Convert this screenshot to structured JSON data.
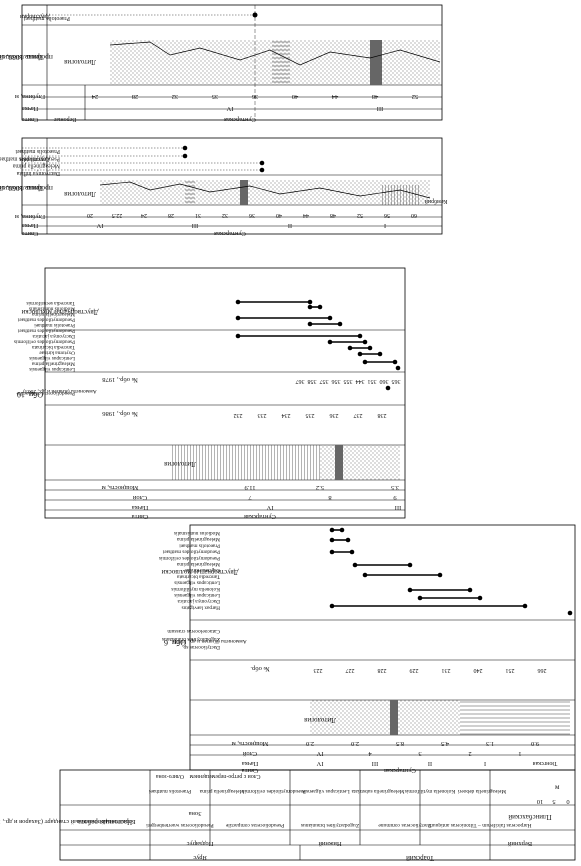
{
  "col1080": {
    "title1": "Тенкелякский участок",
    "title2": "профиль 1080, скв. 350",
    "litho_label": "Литология",
    "depth_label": "Глубина, м",
    "pachka_label": "Пачка",
    "svita_label": "Свита",
    "bivalve_label": "Двустворки",
    "species": [
      "Praeotolis matthaei"
    ],
    "depths": [
      "24",
      "28",
      "32",
      "35",
      "36",
      "40",
      "44",
      "48",
      "52"
    ],
    "pachki": [
      "IV",
      "III"
    ],
    "svita_short": "Вероные",
    "svita": "Сунтарская"
  },
  "col1060": {
    "title1": "Тенкелякский участок",
    "title2": "профиль 1060, скв. 350",
    "litho_label": "Литология",
    "depth_label": "Глубина, м",
    "pachka_label": "Пачка",
    "svita_label": "Свита",
    "bivalve_label": "Двустворки",
    "species": [
      "Praeotolis matthaei",
      "Pseudomytiloides matthaei",
      "Meleagrinella prima",
      "Dacryomya inflata"
    ],
    "depths": [
      "20",
      "22.5",
      "24",
      "28",
      "31",
      "32",
      "36",
      "40",
      "44",
      "48",
      "52",
      "56",
      "60"
    ],
    "pachki": [
      "IV",
      "III",
      "II",
      "I"
    ],
    "svita": "Сунтарская",
    "kemb": "Кембрий"
  },
  "obn10": {
    "title": "Обн. 10",
    "svita_label": "Свита",
    "pachka_label": "Пачка",
    "sloi_label": "Слой",
    "thick_label": "Мощность, м",
    "litho_label": "Литология",
    "obr86_label": "№ обр., 1986",
    "obr78_label": "№ обр., 1978",
    "ammonites_label": "Аммониты (Князев и др., 2003)",
    "bivalves_label": "Двустворчатые моллюски",
    "ammonite_species": [
      "Pseudolioceras compactile"
    ],
    "bivalve_species": [
      "Tancredia securiformis",
      "Modiolus numismalis",
      "Meleagrinella prima",
      "Pseudomytiloides matthaei",
      "Praeotolis matthaei",
      "Pseudomytiloides matthaei",
      "Dacryomya jacutica",
      "Pseudomytiloides ovliformis",
      "Tancredia bicarinata",
      "Oxytoma kirinae",
      "Lenticapus vilgaensis",
      "Meleagrinella prima",
      "Lenticapus vilgaensis"
    ],
    "sloi": [
      "7",
      "8",
      "9"
    ],
    "thick": [
      "11.9",
      "5.2",
      "3.5"
    ],
    "pachki": [
      "IV",
      "III"
    ],
    "svita": "Сунтарская",
    "obr86": [
      "232",
      "233",
      "234",
      "235",
      "236",
      "237",
      "238"
    ],
    "obr78": [
      "367",
      "358",
      "357",
      "356",
      "355",
      "344",
      "351",
      "360",
      "365"
    ]
  },
  "obn6": {
    "title": "Обн. 6",
    "svita_label": "Свита",
    "pachka_label": "Пачка",
    "sloi_label": "Слой",
    "thick_label": "Мощность, м",
    "litho_label": "Литология",
    "obr_label": "№ обр.",
    "ammonites_label": "Аммониты (Князев и др., 2003)",
    "bivalves_label": "Двустворчатые моллюски",
    "ammonite_species": [
      "Catacoeloceras crassum",
      "Zugodactylites braunianus",
      "Dactylioceras sp."
    ],
    "bivalve_species": [
      "Modiolus numismalis",
      "Meleagrinella prima",
      "Praeotolis matthaei",
      "Pseudomytiloides matthaei",
      "Pseudomytiloides ovliformis",
      "Meleagrinella prima",
      "Oxytoma kirinae",
      "Tancredia bicarinata",
      "Lenticapus vilgaensis",
      "Kolonella mytiliformis",
      "Lenticapus vilgaensis",
      "Dacryomya jacutica",
      "Harpax laevigatus"
    ],
    "sloi": [
      "IV",
      "4",
      "3",
      "2",
      "1"
    ],
    "pachki": [
      "IV",
      "III",
      "II",
      "I"
    ],
    "thick": [
      "2.0",
      "2.0",
      "8.5",
      "4.5",
      "1.3",
      "9.0"
    ],
    "svita": "Сунтарская",
    "base": "Тюнгская",
    "obr": [
      "223",
      "227",
      "228",
      "229",
      "231",
      "240",
      "251",
      "266"
    ],
    "scale_label": "м",
    "scale": [
      "10",
      "5",
      "0"
    ]
  },
  "standard": {
    "title": "Бореальный зональный стандарт (Захаров и др., 1997; Шурыгин и др., 2011)",
    "present_work": "Настоящая работа",
    "yarus_label": "Ярус",
    "podyarus_label": "Подъярус",
    "stage": "Тоарский",
    "pliens": "Плинсбахский",
    "upper": "Верхний",
    "lower": "Нижний",
    "zones_label": "Зона",
    "zones": [
      "Pseudolioceras wuertenbergeri",
      "Pseudolioceras compactile",
      "Zugodactylites braunianus",
      "Dactylioceras commune",
      "Harpoceras falciferum – Tiltoniceras antiquum"
    ],
    "bivalve_zones": [
      "Praeotolis matthaei",
      "Meleagrinella prima",
      "Pseudomytiloides ovliformis",
      "Lenticapus vilgaensis",
      "Meleagrinella substriata",
      "Kolonella mytiliformis",
      "Meleagrinella deboeri"
    ],
    "oligo": "Олиго-зона",
    "retro": "Слои с ретро-перемещением",
    "and": "и бакентиса"
  }
}
